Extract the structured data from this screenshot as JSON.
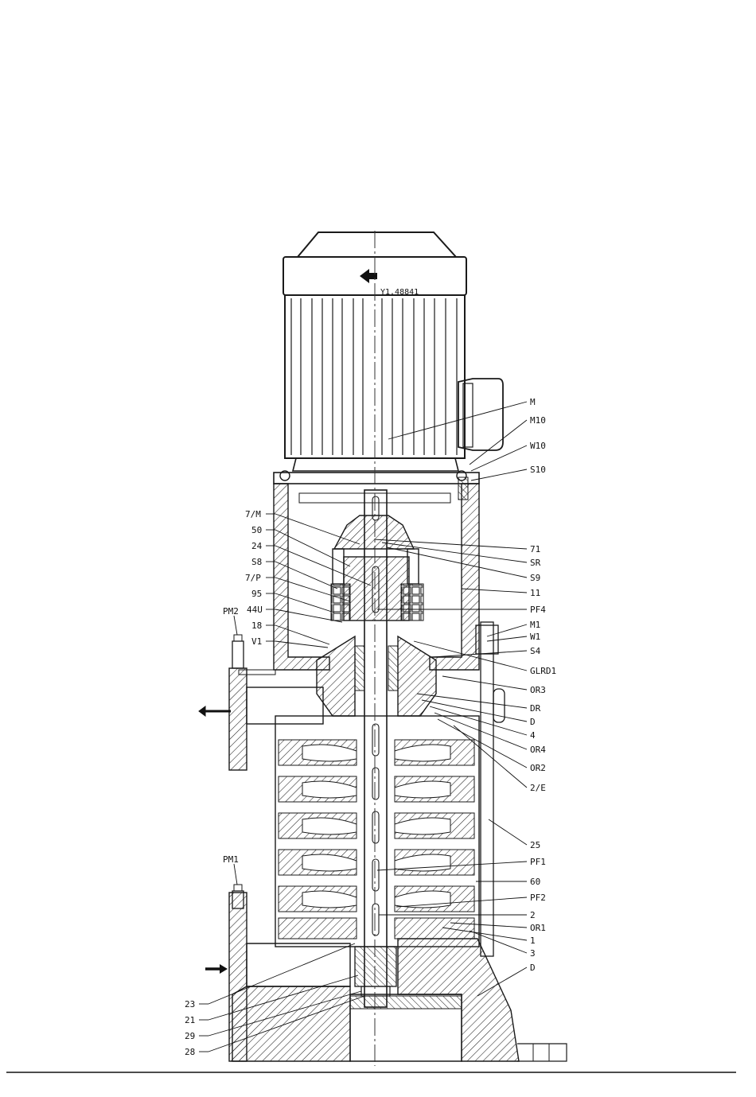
{
  "motor_plate": "Y1.48841",
  "callouts_right": [
    "M",
    "M10",
    "W10",
    "S10",
    "71",
    "SR",
    "S9",
    "11",
    "PF4",
    "M1",
    "W1",
    "S4",
    "GLRD1",
    "OR3",
    "DR",
    "D",
    "4",
    "OR4",
    "OR2",
    "2/E",
    "25",
    "PF1",
    "60",
    "PF2",
    "2",
    "OR1",
    "1",
    "3",
    "D"
  ],
  "callouts_left": [
    "7/M",
    "50",
    "24",
    "S8",
    "7/P",
    "95",
    "44U",
    "18",
    "V1",
    "23",
    "21",
    "29",
    "28"
  ],
  "port_labels": [
    "PM2",
    "PM1"
  ]
}
